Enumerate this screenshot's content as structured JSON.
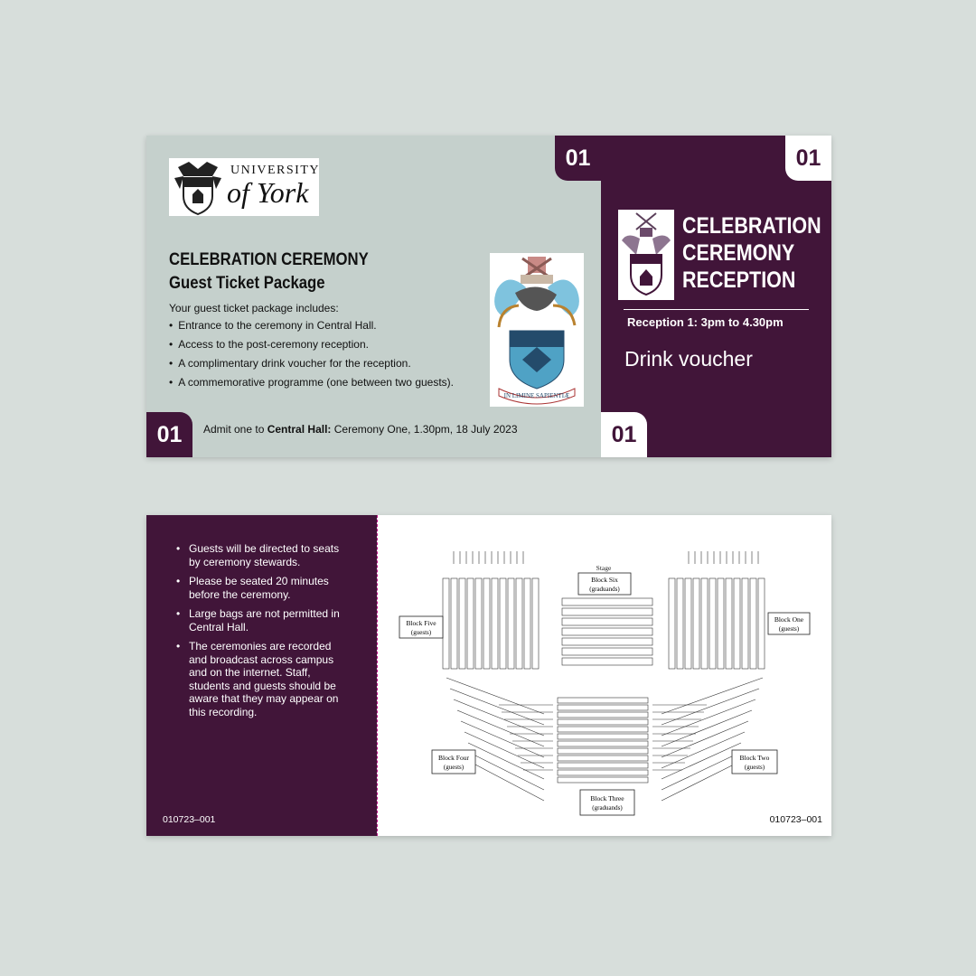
{
  "front": {
    "ticket_number": "01",
    "logo": {
      "line1": "UNIVERSITY",
      "line2": "of York"
    },
    "title_line1": "CELEBRATION CEREMONY",
    "title_line2": "Guest Ticket Package",
    "intro": "Your guest ticket package includes:",
    "includes": [
      "Entrance to the ceremony in Central Hall.",
      "Access to the post-ceremony reception.",
      "A complimentary drink voucher for the reception.",
      "A commemorative programme (one between two guests)."
    ],
    "crest_motto": "IN LIMINE SAPIENTIÆ",
    "admit_prefix": "Admit one to ",
    "admit_venue": "Central Hall:",
    "admit_details": " Ceremony One, 1.30pm, 18 July 2023"
  },
  "stub": {
    "title_lines": [
      "CELEBRATION",
      "CEREMONY",
      "RECEPTION"
    ],
    "reception": "Reception 1: 3pm to 4.30pm",
    "voucher": "Drink voucher"
  },
  "back": {
    "rules": [
      "Guests will be directed to seats by ceremony stewards.",
      "Please be seated 20 minutes before the ceremony.",
      "Large bags are not permitted in Central Hall.",
      "The ceremonies are recorded and broadcast across campus and on the internet. Staff, students and guests should be aware that they may appear on this recording."
    ],
    "code": "010723–001",
    "seating": {
      "stage": "Stage",
      "blocks": [
        {
          "name": "Block Six",
          "note": "(graduands)"
        },
        {
          "name": "Block Five",
          "note": "(guests)"
        },
        {
          "name": "Block One",
          "note": "(guests)"
        },
        {
          "name": "Block Four",
          "note": "(guests)"
        },
        {
          "name": "Block Two",
          "note": "(guests)"
        },
        {
          "name": "Block Three",
          "note": "(graduands)"
        }
      ]
    }
  },
  "colors": {
    "plum": "#411539",
    "sage": "#c5d0cc",
    "background": "#d7dedb",
    "perforation": "#c2188b"
  }
}
